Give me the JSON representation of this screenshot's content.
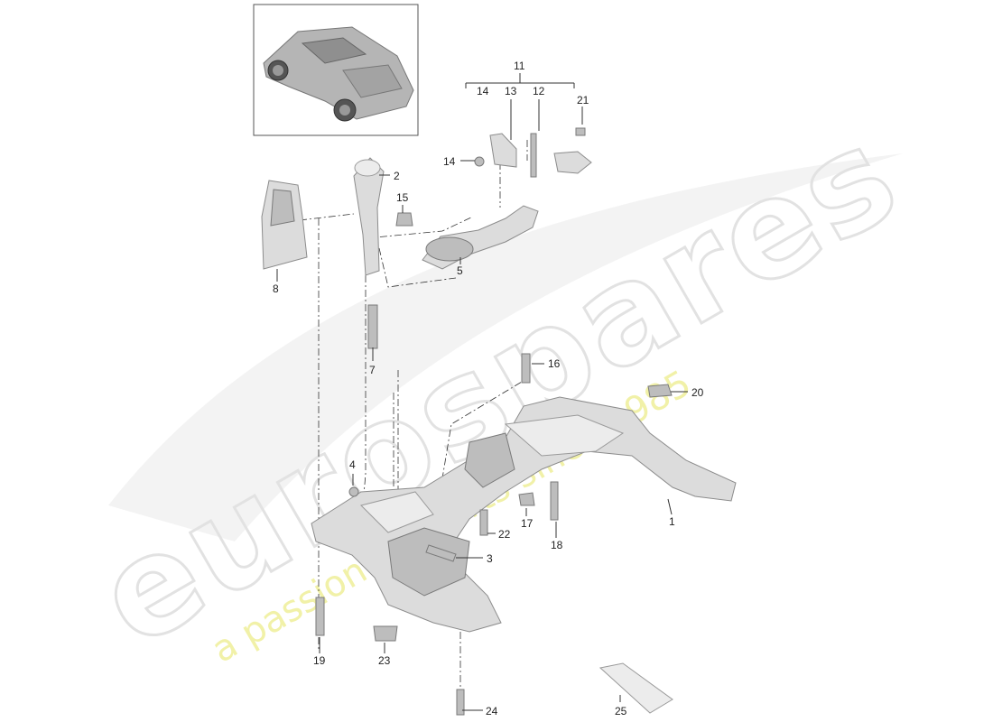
{
  "watermark": {
    "brand": "eurospares",
    "tagline": "a passion for parts since 1985"
  },
  "callouts": {
    "c1": "1",
    "c2": "2",
    "c3": "3",
    "c4": "4",
    "c5": "5",
    "c7": "7",
    "c8": "8",
    "c11": "11",
    "c12": "12",
    "c13": "13",
    "c14a": "14",
    "c14b": "14",
    "c15": "15",
    "c16": "16",
    "c17": "17",
    "c18": "18",
    "c19": "19",
    "c20": "20",
    "c21": "21",
    "c22": "22",
    "c23": "23",
    "c24": "24",
    "c25": "25"
  }
}
